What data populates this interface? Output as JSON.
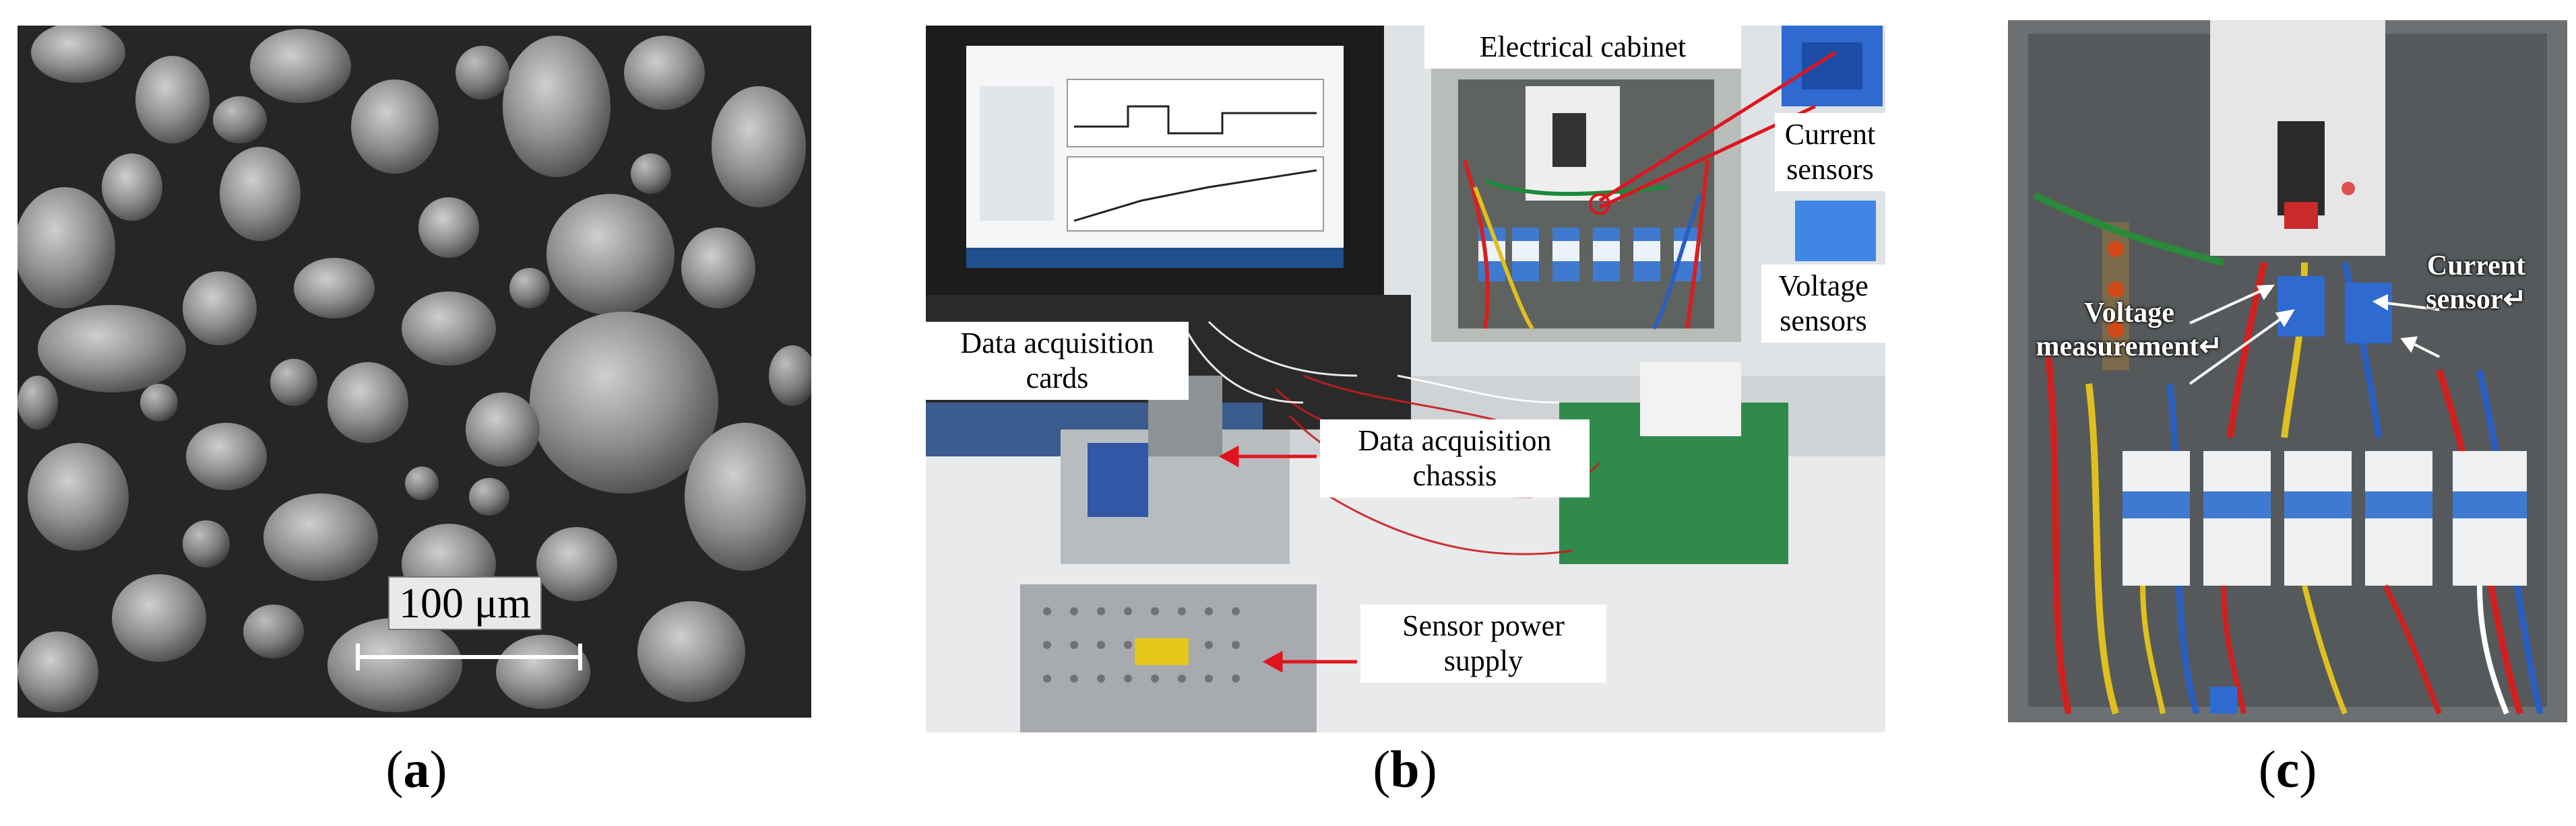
{
  "panels": {
    "a": {
      "caption_letter": "a",
      "scale_bar_label": "100 μm"
    },
    "b": {
      "caption_letter": "b",
      "labels": {
        "electrical_cabinet": "Electrical cabinet",
        "current_sensors": "Current\nsensors",
        "voltage_sensors": "Voltage\nsensors",
        "data_acquisition_cards": "Data acquisition\ncards",
        "data_acquisition_chassis": "Data acquisition\nchassis",
        "sensor_power_supply": "Sensor power\nsupply"
      }
    },
    "c": {
      "caption_letter": "c",
      "labels": {
        "voltage_measurement": "Voltage\nmeasurement↵",
        "current_sensor": "Current\nsensor↵"
      }
    }
  },
  "colors": {
    "arrow_red": "#e0141e",
    "sem_background": "#2b2b2b",
    "sem_particle": "#8a8a8a",
    "cabinet_gray": "#6d7072",
    "sensor_blue": "#2a6fd6"
  }
}
